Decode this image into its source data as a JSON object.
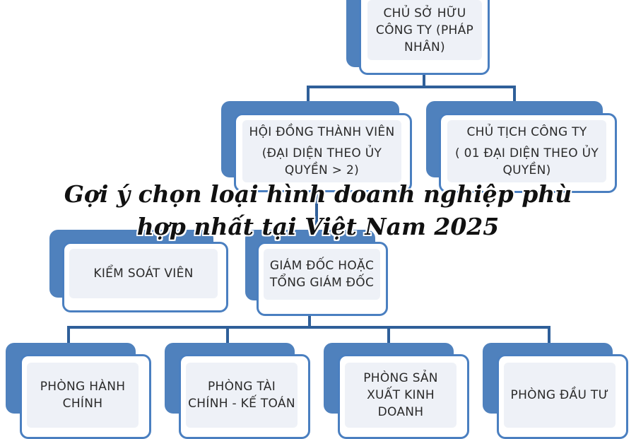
{
  "colors": {
    "box_back": "#4f81bd",
    "box_border": "#4a7fc0",
    "box_fill": "#eef1f7",
    "connector": "#2f5f99",
    "title_text": "#111111"
  },
  "title": {
    "line1": "Gợi ý chọn loại hình doanh nghiệp phù",
    "line2": "hợp nhất tại Việt Nam 2025"
  },
  "org_chart": {
    "owner": {
      "lines": [
        "CHỦ SỞ HỮU",
        "CÔNG TY (PHÁP",
        "NHÂN)"
      ]
    },
    "members_council": {
      "lines": [
        "HỘI ĐỒNG THÀNH VIÊN",
        "(ĐẠI DIỆN THEO ỦY",
        "QUYỀN > 2)"
      ]
    },
    "company_chairman": {
      "lines": [
        "CHỦ TỊCH CÔNG TY",
        "( 01 ĐẠI DIỆN THEO ỦY",
        "QUYỀN)"
      ]
    },
    "controller": {
      "lines": [
        "KIỂM SOÁT VIÊN"
      ]
    },
    "director": {
      "lines": [
        "GIÁM ĐỐC HOẶC",
        "TỔNG GIÁM ĐỐC"
      ]
    },
    "departments": [
      {
        "lines": [
          "PHÒNG HÀNH",
          "CHÍNH"
        ]
      },
      {
        "lines": [
          "PHÒNG TÀI",
          "CHÍNH - KẾ TOÁN"
        ]
      },
      {
        "lines": [
          "PHÒNG SẢN",
          "XUẤT KINH",
          "DOANH"
        ]
      },
      {
        "lines": [
          "PHÒNG ĐẦU TƯ"
        ]
      }
    ]
  }
}
